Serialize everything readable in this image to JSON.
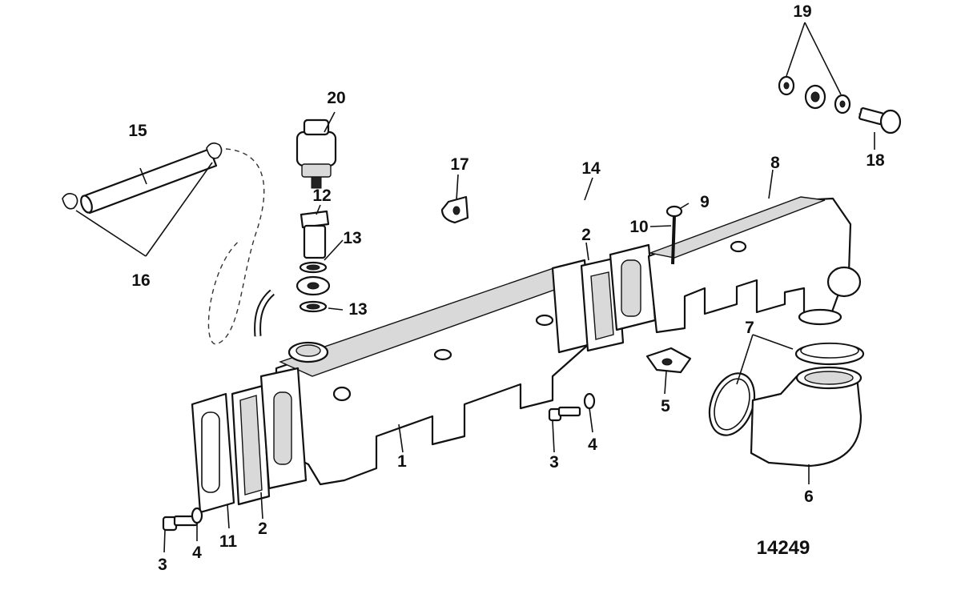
{
  "diagram": {
    "reference_number": "14249",
    "callouts": [
      {
        "id": "c1",
        "label": "1"
      },
      {
        "id": "c2a",
        "label": "2"
      },
      {
        "id": "c2b",
        "label": "2"
      },
      {
        "id": "c3a",
        "label": "3"
      },
      {
        "id": "c3b",
        "label": "3"
      },
      {
        "id": "c4a",
        "label": "4"
      },
      {
        "id": "c4b",
        "label": "4"
      },
      {
        "id": "c5",
        "label": "5"
      },
      {
        "id": "c6",
        "label": "6"
      },
      {
        "id": "c7",
        "label": "7"
      },
      {
        "id": "c8",
        "label": "8"
      },
      {
        "id": "c9",
        "label": "9"
      },
      {
        "id": "c10",
        "label": "10"
      },
      {
        "id": "c11",
        "label": "11"
      },
      {
        "id": "c12",
        "label": "12"
      },
      {
        "id": "c13a",
        "label": "13"
      },
      {
        "id": "c13b",
        "label": "13"
      },
      {
        "id": "c14",
        "label": "14"
      },
      {
        "id": "c15",
        "label": "15"
      },
      {
        "id": "c16",
        "label": "16"
      },
      {
        "id": "c17",
        "label": "17"
      },
      {
        "id": "c18",
        "label": "18"
      },
      {
        "id": "c19",
        "label": "19"
      },
      {
        "id": "c20",
        "label": "20"
      }
    ]
  }
}
